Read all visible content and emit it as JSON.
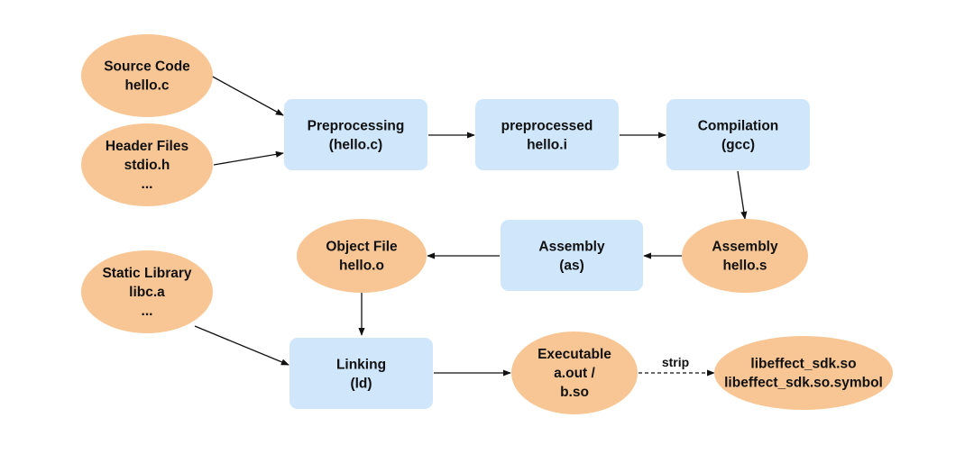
{
  "colors": {
    "process_fill": "#cfe6fb",
    "file_fill": "#f8c694",
    "edge": "#111111",
    "text": "#111111"
  },
  "nodes": {
    "source_code": {
      "lines": [
        "Source Code",
        "hello.c"
      ]
    },
    "header_files": {
      "lines": [
        "Header Files",
        "stdio.h",
        "..."
      ]
    },
    "preprocessing": {
      "lines": [
        "Preprocessing",
        "(hello.c)"
      ]
    },
    "preprocessed": {
      "lines": [
        "preprocessed",
        "hello.i"
      ]
    },
    "compilation": {
      "lines": [
        "Compilation",
        "(gcc)"
      ]
    },
    "assembly_file": {
      "lines": [
        "Assembly",
        "hello.s"
      ]
    },
    "assembly_process": {
      "lines": [
        "Assembly",
        "(as)"
      ]
    },
    "object_file": {
      "lines": [
        "Object File",
        "hello.o"
      ]
    },
    "static_library": {
      "lines": [
        "Static Library",
        "libc.a",
        "..."
      ]
    },
    "linking": {
      "lines": [
        "Linking",
        "(ld)"
      ]
    },
    "executable": {
      "lines": [
        "Executable",
        "a.out /",
        "b.so"
      ]
    },
    "stripped_output": {
      "lines": [
        "libeffect_sdk.so",
        "libeffect_sdk.so.symbol"
      ]
    }
  },
  "edges": {
    "strip": {
      "label": "strip"
    }
  }
}
